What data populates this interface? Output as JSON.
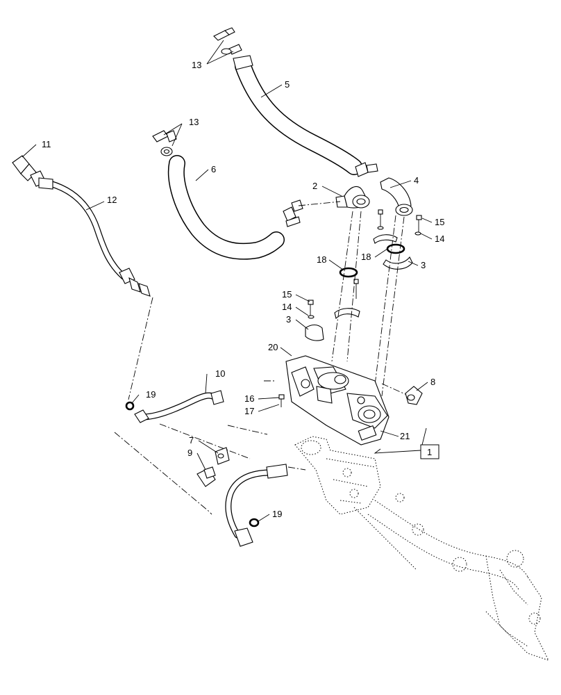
{
  "callouts": [
    {
      "id": "c13a",
      "label": "13"
    },
    {
      "id": "c5",
      "label": "5"
    },
    {
      "id": "c13b",
      "label": "13"
    },
    {
      "id": "c11",
      "label": "11"
    },
    {
      "id": "c6",
      "label": "6"
    },
    {
      "id": "c12",
      "label": "12"
    },
    {
      "id": "c2",
      "label": "2"
    },
    {
      "id": "c4",
      "label": "4"
    },
    {
      "id": "c15a",
      "label": "15"
    },
    {
      "id": "c14a",
      "label": "14"
    },
    {
      "id": "c18a",
      "label": "18"
    },
    {
      "id": "c18b",
      "label": "18"
    },
    {
      "id": "c3a",
      "label": "3"
    },
    {
      "id": "c15b",
      "label": "15"
    },
    {
      "id": "c14b",
      "label": "14"
    },
    {
      "id": "c3b",
      "label": "3"
    },
    {
      "id": "c20",
      "label": "20"
    },
    {
      "id": "c10",
      "label": "10"
    },
    {
      "id": "c8",
      "label": "8"
    },
    {
      "id": "c19a",
      "label": "19"
    },
    {
      "id": "c16",
      "label": "16"
    },
    {
      "id": "c17",
      "label": "17"
    },
    {
      "id": "c21",
      "label": "21"
    },
    {
      "id": "c7",
      "label": "7"
    },
    {
      "id": "c9",
      "label": "9"
    },
    {
      "id": "c19b",
      "label": "19"
    }
  ],
  "reference_box": {
    "label": "1"
  }
}
